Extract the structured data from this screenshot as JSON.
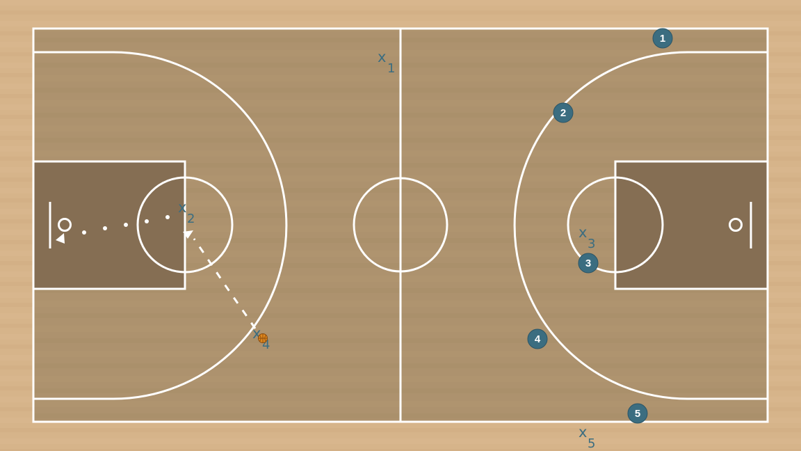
{
  "colors": {
    "floor_outer": "#d6b48a",
    "court_wood": "#ad926e",
    "paint_fill": "#856e53",
    "lines": "#ffffff",
    "player_blue": "#3b6d80",
    "ball_orange": "#e0891e"
  },
  "offense": [
    {
      "label": "1"
    },
    {
      "label": "2"
    },
    {
      "label": "3"
    },
    {
      "label": "4"
    },
    {
      "label": "5"
    }
  ],
  "defense": [
    {
      "mark": "x",
      "sub": "1"
    },
    {
      "mark": "x",
      "sub": "2"
    },
    {
      "mark": "x",
      "sub": "3"
    },
    {
      "mark": "x",
      "sub": "4"
    },
    {
      "mark": "x",
      "sub": "5"
    }
  ],
  "ball": {
    "icon": "basketball-icon",
    "holder": "x4"
  },
  "actions": [
    {
      "type": "dribble",
      "from": "x4",
      "to": "x2",
      "style": "dashed-white"
    },
    {
      "type": "cut",
      "from": "x2",
      "to": "left-basket",
      "style": "dotted-white"
    }
  ]
}
